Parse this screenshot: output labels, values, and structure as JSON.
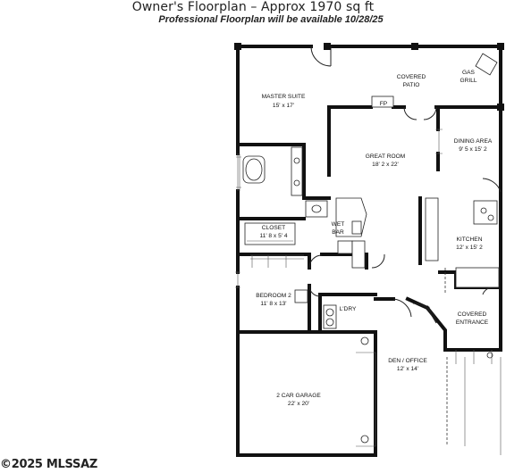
{
  "header": {
    "title": "Owner's Floorplan – Approx 1970 sq ft",
    "subtitle": "Professional Floorplan will be available 10/28/25"
  },
  "rooms": {
    "covered_patio": {
      "name": "COVERED",
      "name2": "PATIO"
    },
    "gas_grill": {
      "name": "GAS",
      "name2": "GRILL"
    },
    "fp": {
      "name": "FP"
    },
    "master_suite": {
      "name": "MASTER SUITE",
      "size": "15' x 17'"
    },
    "great_room": {
      "name": "GREAT ROOM",
      "size": "18' 2 x 22'"
    },
    "dining_area": {
      "name": "DINING AREA",
      "size": "9' 5 x 15' 2"
    },
    "closet": {
      "name": "CLOSET",
      "size": "11' 8 x 5' 4"
    },
    "wet_bar": {
      "name": "WET",
      "name2": "BAR"
    },
    "kitchen": {
      "name": "KITCHEN",
      "size": "12' x 15' 2"
    },
    "bedroom_2": {
      "name": "BEDROOM 2",
      "size": "11' 8 x 13'"
    },
    "laundry": {
      "name": "L'DRY"
    },
    "covered_entrance": {
      "name": "COVERED",
      "name2": "ENTRANCE"
    },
    "den_office": {
      "name": "DEN / OFFICE",
      "size": "12' x 14'"
    },
    "garage": {
      "name": "2 CAR GARAGE",
      "size": "22' x 20'"
    }
  },
  "watermark": {
    "text": "©2025 MLSSAZ"
  }
}
